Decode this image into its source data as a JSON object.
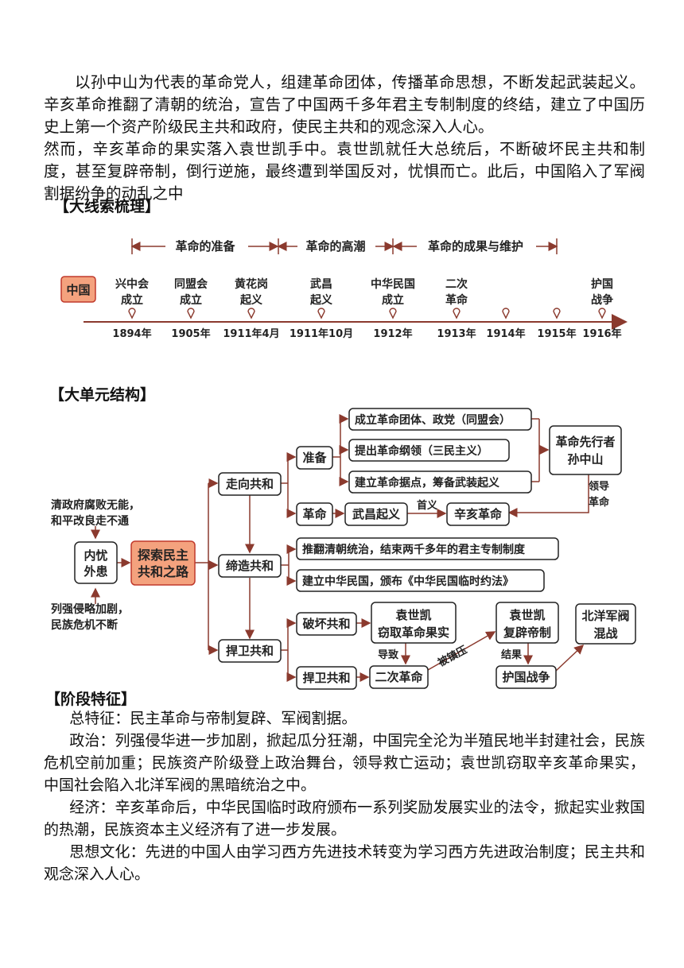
{
  "intro": {
    "p1": "以孙中山为代表的革命党人，组建革命团体，传播革命思想，不断发起武装起义。辛亥革命推翻了清朝的统治，宣告了中国两千多年君主专制制度的终结，建立了中国历史上第一个资产阶级民主共和政府，使民主共和的观念深入人心。",
    "p2": "然而，辛亥革命的果实落入袁世凯手中。袁世凯就任大总统后，不断破坏民主共和制度，甚至复辟帝制，倒行逆施，最终遭到举国反对，忧惧而亡。此后，中国陷入了军阀割据纷争的动乱之中"
  },
  "sections": {
    "timeline_title": "【大线索梳理】",
    "structure_title": "【大单元结构】",
    "features_title": "【阶段特征】"
  },
  "timeline": {
    "country": "中国",
    "phases": [
      "革命的准备",
      "革命的高潮",
      "革命的成果与维护"
    ],
    "events": [
      {
        "l1": "兴中会",
        "l2": "成立",
        "year": "1894年"
      },
      {
        "l1": "同盟会",
        "l2": "成立",
        "year": "1905年"
      },
      {
        "l1": "黄花岗",
        "l2": "起义",
        "year": "1911年4月"
      },
      {
        "l1": "武昌",
        "l2": "起义",
        "year": "1911年10月"
      },
      {
        "l1": "中华民国",
        "l2": "成立",
        "year": "1912年"
      },
      {
        "l1": "二次",
        "l2": "革命",
        "year": "1913年"
      },
      {
        "l1": "",
        "l2": "",
        "year": "1914年"
      },
      {
        "l1": "",
        "l2": "",
        "year": "1915年"
      },
      {
        "l1": "护国",
        "l2": "战争",
        "year": "1916年"
      }
    ]
  },
  "structure": {
    "cause_top": [
      "清政府腐败无能，",
      "和平改良走不通"
    ],
    "cause_bottom": [
      "列强侵略加剧，",
      "民族危机不断"
    ],
    "inner": [
      "内忧",
      "外患"
    ],
    "center": [
      "探索民主",
      "共和之路"
    ],
    "branches": [
      "走向共和",
      "缔造共和",
      "捍卫共和"
    ],
    "prep": "准备",
    "revolution": "革命",
    "prep_items": [
      "成立革命团体、政党（同盟会）",
      "提出革命纲领（三民主义）",
      "建立革命据点，筹备武装起义"
    ],
    "pioneer": [
      "革命先行者",
      "孙中山"
    ],
    "lead": [
      "领导",
      "革命"
    ],
    "wuchang": "武昌起义",
    "first_label": "首义",
    "xinhai": "辛亥革命",
    "found_items": [
      "推翻清朝统治，结束两千多年的君主专制制度",
      "建立中华民国，颁布《中华民国临时约法》"
    ],
    "destroy": "破坏共和",
    "defend": "捍卫共和",
    "yuan1": [
      "袁世凯",
      "窃取革命果实"
    ],
    "lead_to": "导致",
    "second_rev": "二次革命",
    "suppressed": "被镇压",
    "yuan2": [
      "袁世凯",
      "复辟帝制"
    ],
    "result": "结果",
    "huguo": "护国战争",
    "beiyang": [
      "北洋军阀",
      "混战"
    ]
  },
  "features": [
    {
      "label": "总特征：",
      "text": "民主革命与帝制复辟、军阀割据。"
    },
    {
      "label": "政治：",
      "text": "列强侵华进一步加剧，掀起瓜分狂潮，中国完全沦为半殖民地半封建社会，民族危机空前加重；民族资产阶级登上政治舞台，领导救亡运动；袁世凯窃取辛亥革命果实，中国社会陷入北洋军阀的黑暗统治之中。"
    },
    {
      "label": "经济：",
      "text": "辛亥革命后，中华民国临时政府颁布一系列奖励发展实业的法令，掀起实业救国的热潮，民族资本主义经济有了进一步发展。"
    },
    {
      "label": "思想文化：",
      "text": "先进的中国人由学习西方先进技术转变为学习西方先进政治制度；民主共和观念深入人心。"
    }
  ],
  "colors": {
    "accent": "#f4a27e",
    "accent_border": "#c0392b",
    "line": "#8b3a2e"
  }
}
